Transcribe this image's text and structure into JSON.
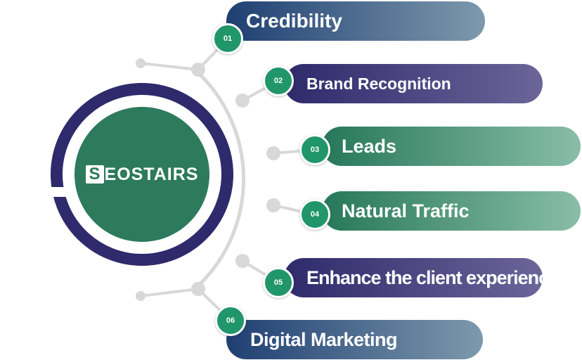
{
  "logo": {
    "letter": "S",
    "text": "EOSTAIRS"
  },
  "items": [
    {
      "num": "01",
      "label": "Credibility"
    },
    {
      "num": "02",
      "label": "Brand Recognition"
    },
    {
      "num": "03",
      "label": "Leads"
    },
    {
      "num": "04",
      "label": "Natural Traffic"
    },
    {
      "num": "05",
      "label": "Enhance the client experience"
    },
    {
      "num": "06",
      "label": "Digital Marketing"
    }
  ],
  "colors": {
    "navy": "#2e2a6b",
    "green": "#2d7a5d",
    "badge_green": "#21966b",
    "connector_gray": "#d8d8d8"
  }
}
